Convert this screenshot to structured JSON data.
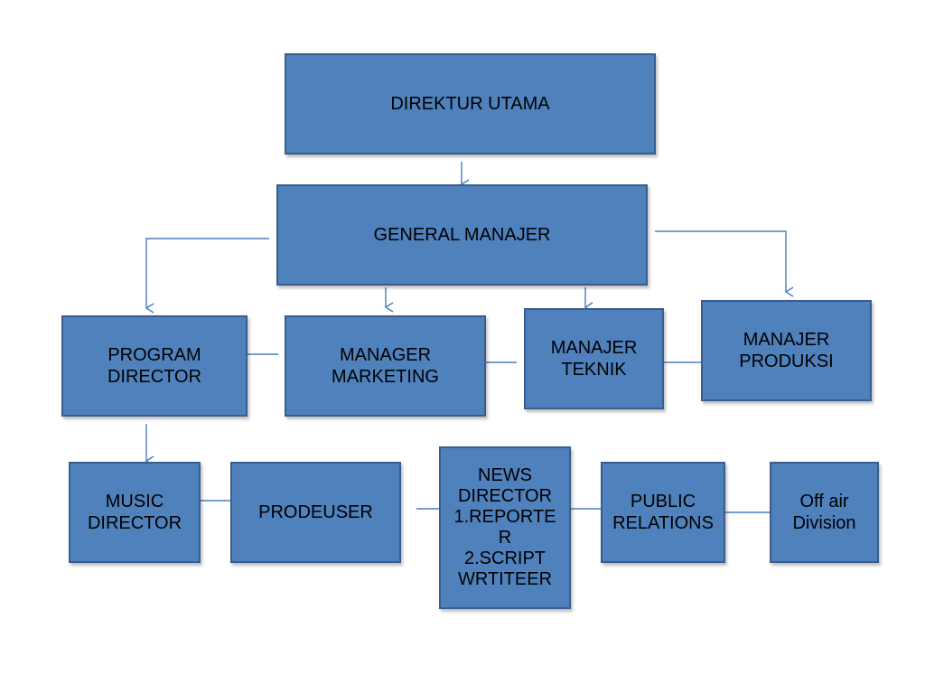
{
  "diagram": {
    "nodes": {
      "direktur": "DIREKTUR UTAMA",
      "general_manajer": "GENERAL MANAJER",
      "program_director": "PROGRAM\nDIRECTOR",
      "manager_marketing": "MANAGER\nMARKETING",
      "manajer_teknik": "MANAJER\nTEKNIK",
      "manajer_produksi": "MANAJER\nPRODUKSI",
      "music_director": "MUSIC\nDIRECTOR",
      "prodeuser": "PRODEUSER",
      "news_director": "NEWS\nDIRECTOR\n1.REPORTE\nR\n2.SCRIPT\nWRTITEER",
      "public_relations": "PUBLIC\nRELATIONS",
      "off_air_division": "Off air\nDivision"
    },
    "colors": {
      "box_fill": "#4f81bd",
      "box_border": "#385d8a",
      "connector": "#4a7ebb"
    }
  }
}
